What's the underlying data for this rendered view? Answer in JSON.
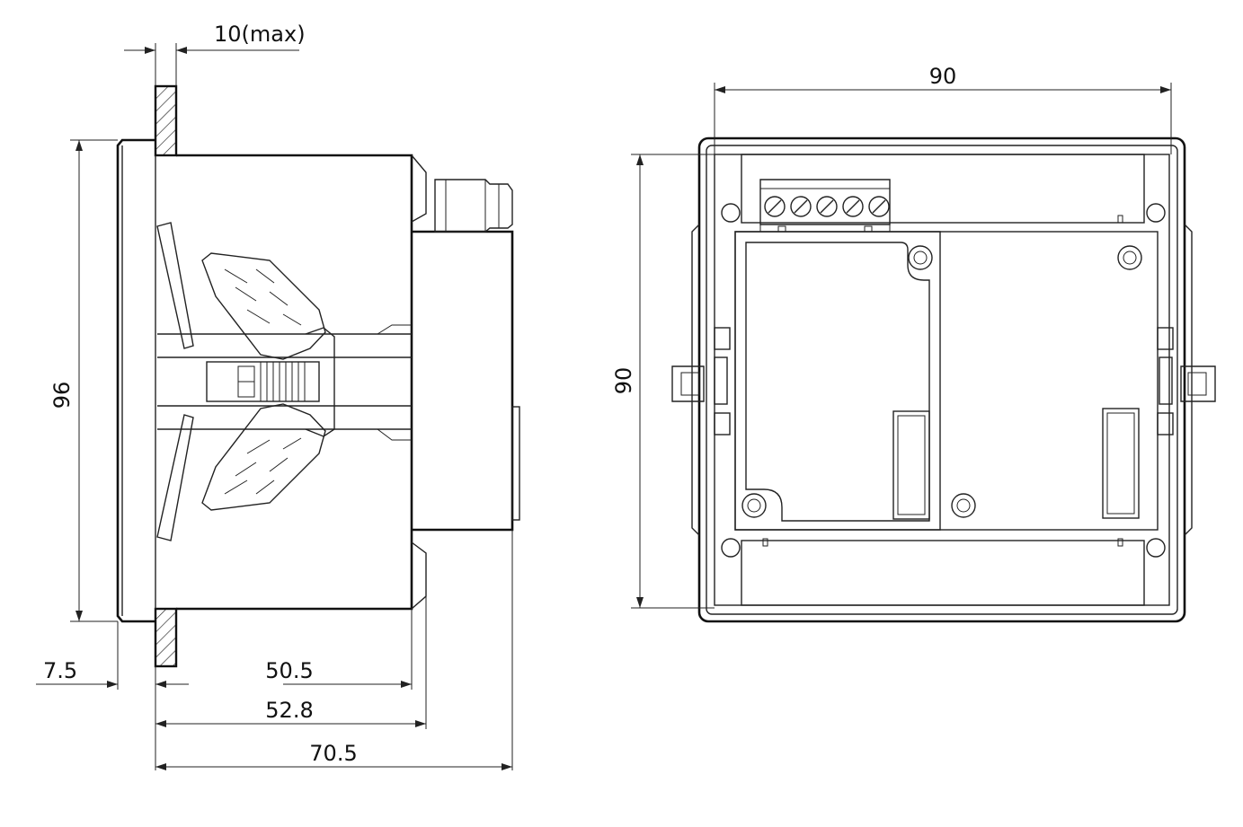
{
  "dimensions": {
    "panel_thickness_max": "10(max)",
    "side_height": "96",
    "bezel_depth": "7.5",
    "body_depth": "50.5",
    "body_with_clip_depth": "52.8",
    "total_depth": "70.5",
    "rear_width": "90",
    "rear_height": "90"
  },
  "icons": {
    "terminal_screw": "circle-with-slash",
    "mounting_screw": "concentric-circles"
  }
}
